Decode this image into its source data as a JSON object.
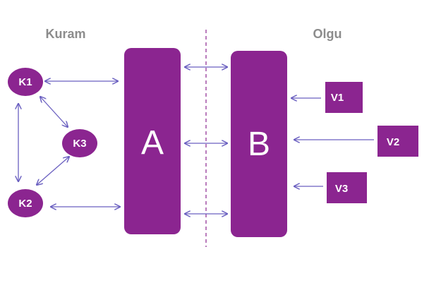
{
  "headings": {
    "theory": "Kuram",
    "phenomenon": "Olgu"
  },
  "blocks": {
    "a": "A",
    "b": "B"
  },
  "theory_nodes": {
    "k1": "K1",
    "k2": "K2",
    "k3": "K3"
  },
  "phenomenon_nodes": {
    "v1": "V1",
    "v2": "V2",
    "v3": "V3"
  },
  "colors": {
    "shape_fill": "#8B2590",
    "heading_text": "#8C8C8C",
    "arrow": "#6A5FC0",
    "divider": "#8B2590",
    "label_text": "#FFFFFF"
  }
}
